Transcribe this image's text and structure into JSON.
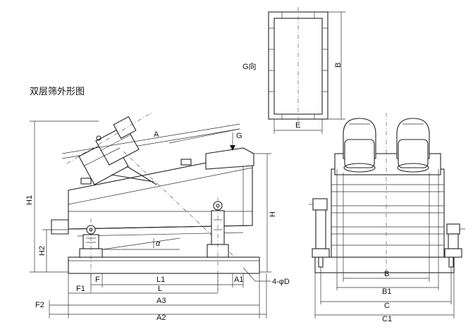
{
  "title": "双层筛外形图",
  "view_label": "G向",
  "labels": {
    "A": "A",
    "G": "G",
    "H1": "H1",
    "H": "H",
    "H2": "H2",
    "alpha": "α",
    "F": "F",
    "L1": "L1",
    "A1": "A1",
    "hole": "4-φD",
    "F1": "F1",
    "L": "L",
    "F2": "F2",
    "A3": "A3",
    "A2": "A2",
    "B_top": "B",
    "E": "E",
    "B_front": "B",
    "B1": "B1",
    "C": "C",
    "C1": "C1"
  }
}
